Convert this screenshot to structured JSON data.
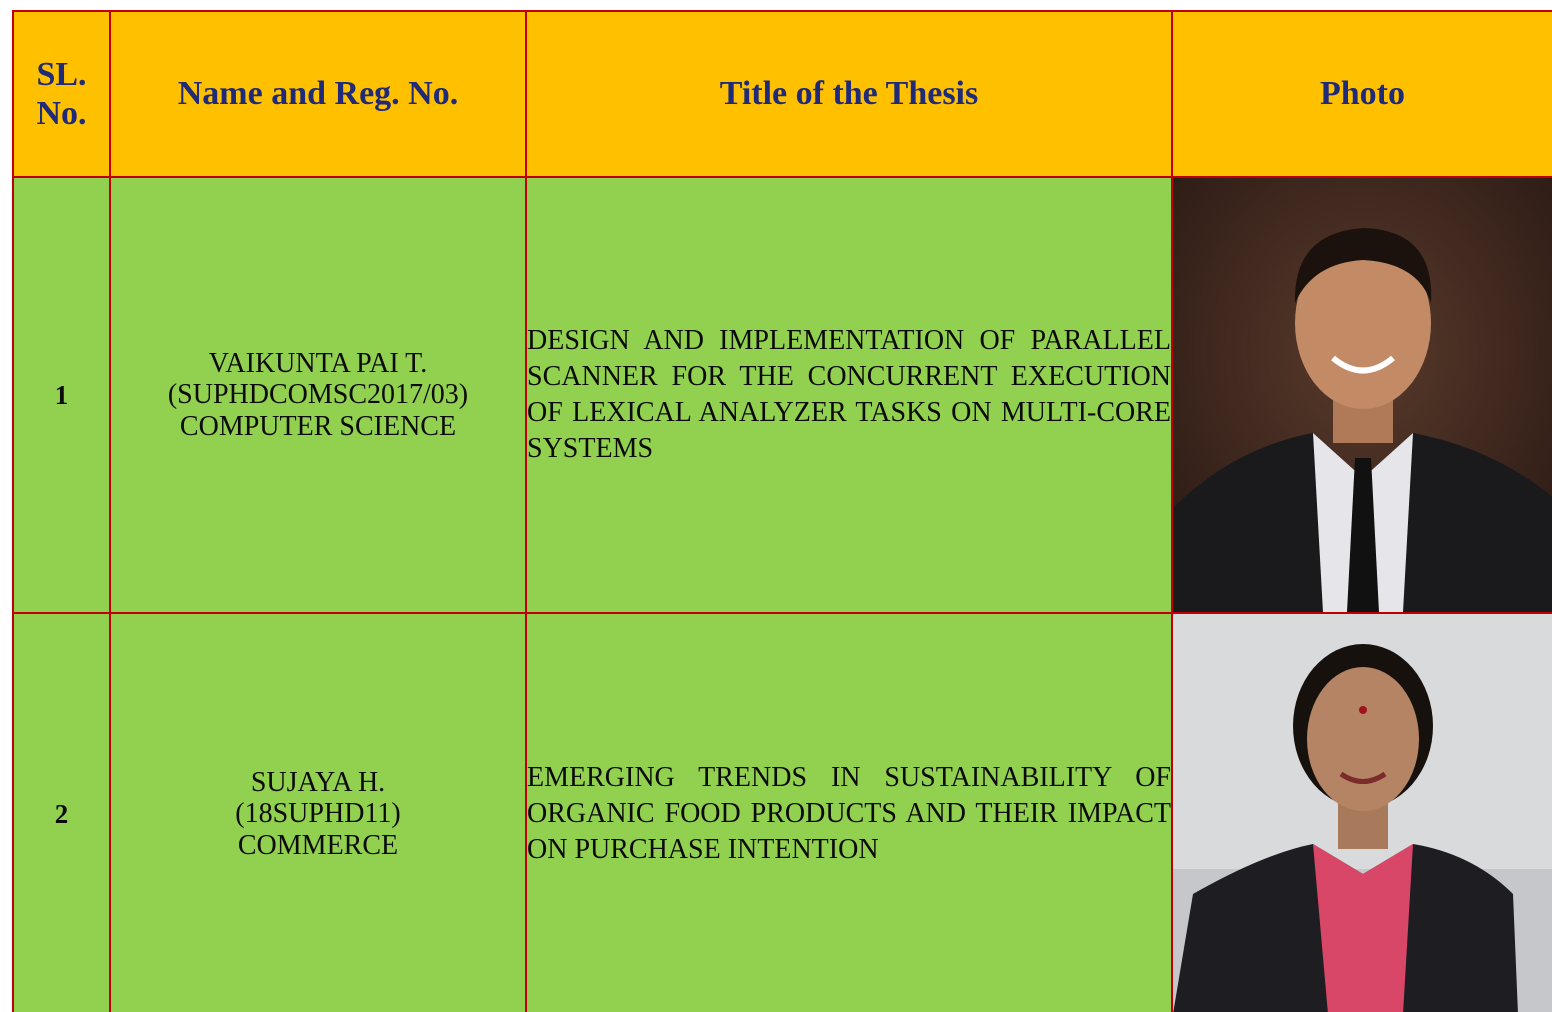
{
  "header": {
    "sl_line1": "SL.",
    "sl_line2": "No.",
    "name": "Name and Reg. No.",
    "title": "Title of the Thesis",
    "photo": "Photo"
  },
  "rows": [
    {
      "sl": "1",
      "name": "VAIKUNTA PAI T.",
      "reg": "(SUPHDCOMSC2017/03)",
      "dept": "COMPUTER SCIENCE",
      "thesis_title": "DESIGN AND IMPLEMENTATION OF PARALLEL SCANNER FOR THE CONCURRENT EXECUTION OF LEXICAL ANALYZER TASKS ON MULTI-CORE SYSTEMS"
    },
    {
      "sl": "2",
      "name": "SUJAYA H.",
      "reg": "(18SUPHD11)",
      "dept": "COMMERCE",
      "thesis_title": "EMERGING TRENDS IN SUSTAINABILITY OF ORGANIC FOOD PRODUCTS AND THEIR IMPACT ON PURCHASE INTENTION"
    }
  ],
  "colors": {
    "header_bg": "#ffc000",
    "header_text": "#1f2a78",
    "row_bg": "#92d050",
    "border": "#c00000"
  }
}
